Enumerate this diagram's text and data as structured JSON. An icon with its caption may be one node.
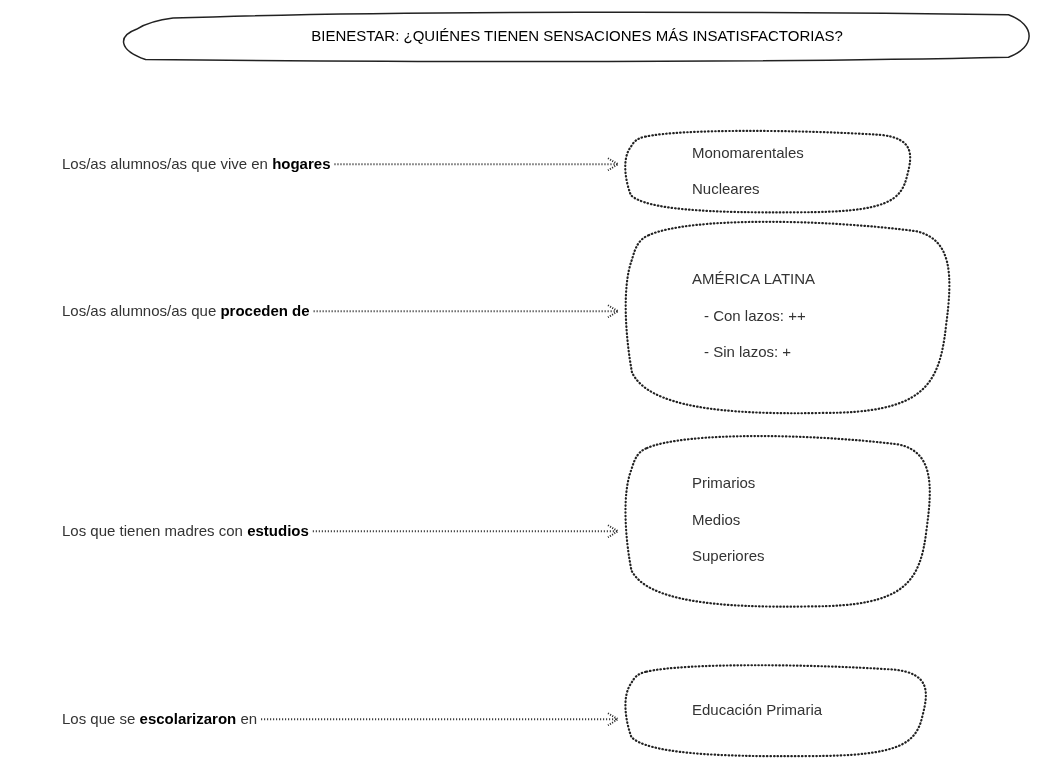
{
  "diagram": {
    "nodes": [
      {
        "text": [
          "BIENESTAR: ¿QUIÉNES TIENEN SENSACIONES MÁS INSATISFACTORIAS?"
        ]
      },
      {
        "text": [
          "Los/as alumnos/as que vive en **hogares**"
        ]
      },
      {
        "text": [
          "Monomarentales",
          "Nucleares"
        ]
      },
      {
        "text": [
          "Los/as alumnos/as que **proceden de**"
        ]
      },
      {
        "text": [
          "AMÉRICA LATINA",
          "- Con lazos: ++",
          "- Sin lazos: +"
        ]
      },
      {
        "text": [
          "Los que tienen madres con **estudios**"
        ]
      },
      {
        "text": [
          "Primarios",
          "Medios",
          "Superiores"
        ]
      },
      {
        "text": [
          "Los que se **escolarizaron** en"
        ]
      },
      {
        "text": [
          "Educación Primaria"
        ]
      }
    ],
    "edges": [
      {
        "from": 1,
        "to": 2,
        "arrow": "to",
        "style": "dashed"
      },
      {
        "from": 3,
        "to": 4,
        "arrow": "to",
        "style": "dashed"
      },
      {
        "from": 5,
        "to": 6,
        "arrow": "to",
        "style": "dashed"
      },
      {
        "from": 7,
        "to": 8,
        "arrow": "to",
        "style": "dashed"
      }
    ]
  }
}
